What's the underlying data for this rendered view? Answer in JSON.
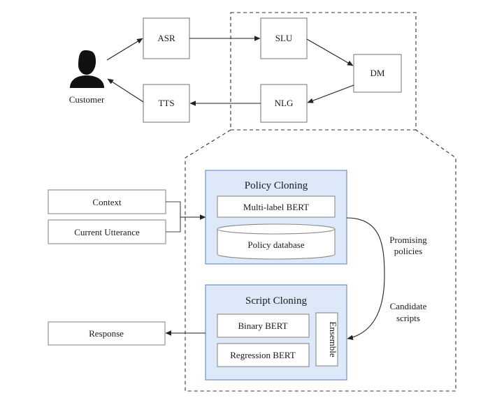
{
  "top": {
    "customer": "Customer",
    "asr": "ASR",
    "tts": "TTS",
    "slu": "SLU",
    "nlg": "NLG",
    "dm": "DM"
  },
  "inputs": {
    "context": "Context",
    "current_utterance": "Current Utterance",
    "response": "Response"
  },
  "policy_cloning": {
    "title": "Policy Cloning",
    "model": "Multi-label BERT",
    "database": "Policy database"
  },
  "script_cloning": {
    "title": "Script Cloning",
    "binary": "Binary BERT",
    "regression": "Regression BERT",
    "ensemble": "Ensemble"
  },
  "annotations": {
    "promising_line1": "Promising",
    "promising_line2": "policies",
    "candidate_line1": "Candidate",
    "candidate_line2": "scripts"
  }
}
